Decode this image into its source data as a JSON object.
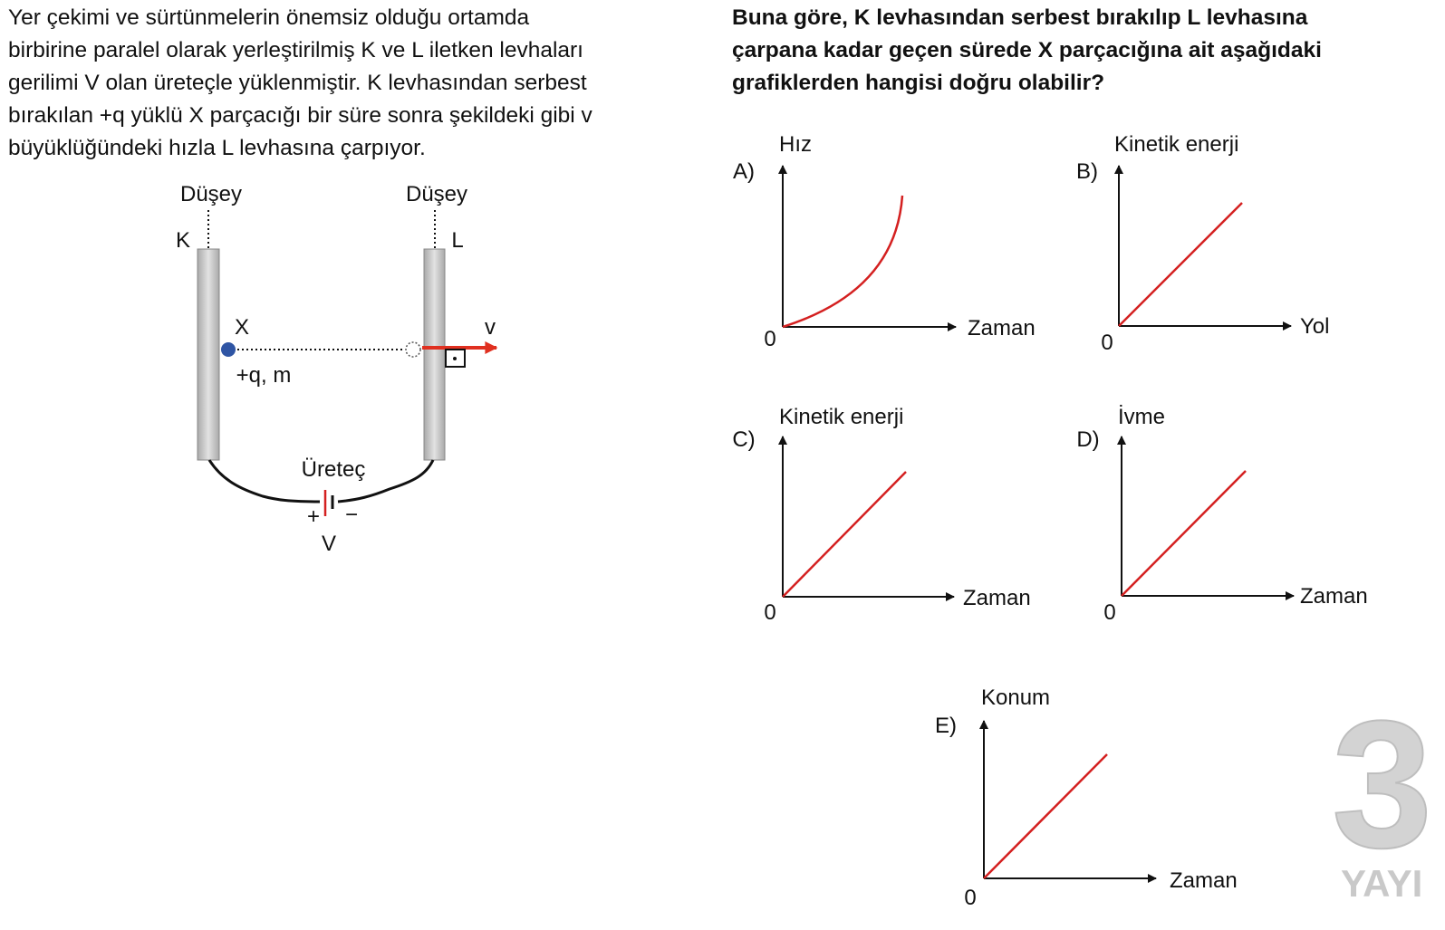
{
  "question": {
    "lines": [
      "Yer çekimi ve sürtünmelerin önemsiz olduğu ortamda",
      "birbirine paralel olarak yerleştirilmiş K ve L iletken levhaları",
      "gerilimi V olan üreteçle yüklenmiştir. K levhasından serbest",
      "bırakılan +q yüklü X parçacığı bir süre sonra şekildeki gibi v",
      "büyüklüğündeki hızla L levhasına çarpıyor."
    ]
  },
  "ask": {
    "lines": [
      "Buna göre, K levhasından serbest bırakılıp L levhasına",
      "çarpana kadar geçen sürede X parçacığına ait aşağıdaki",
      "grafiklerden hangisi doğru olabilir?"
    ]
  },
  "figure": {
    "dusey_left": "Düşey",
    "dusey_right": "Düşey",
    "plate_k": "K",
    "plate_l": "L",
    "particle": "X",
    "charge_mass": "+q, m",
    "velocity": "v",
    "source": "Üreteç",
    "plus": "+",
    "minus": "−",
    "voltage": "V"
  },
  "colors": {
    "curve": "#d42020",
    "particle": "#2f55a4",
    "arrow": "#e03020",
    "plate": "#c8c8c8"
  },
  "options": [
    {
      "letter": "A)",
      "ylabel": "Hız",
      "xlabel": "Zaman",
      "origin": "0",
      "shape": "increasing-convex-curve"
    },
    {
      "letter": "B)",
      "ylabel": "Kinetik enerji",
      "xlabel": "Yol",
      "origin": "0",
      "shape": "increasing-line"
    },
    {
      "letter": "C)",
      "ylabel": "Kinetik enerji",
      "xlabel": "Zaman",
      "origin": "0",
      "shape": "increasing-line"
    },
    {
      "letter": "D)",
      "ylabel": "İvme",
      "xlabel": "Zaman",
      "origin": "0",
      "shape": "increasing-line"
    },
    {
      "letter": "E)",
      "ylabel": "Konum",
      "xlabel": "Zaman",
      "origin": "0",
      "shape": "increasing-line"
    }
  ],
  "watermark": {
    "digit": "3",
    "text": "YAYI"
  }
}
